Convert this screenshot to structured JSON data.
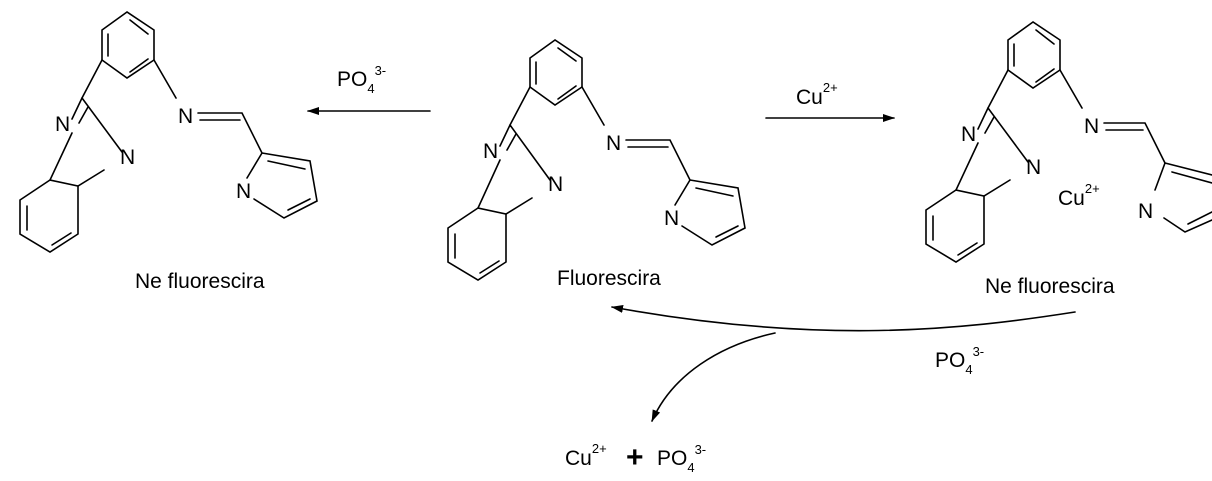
{
  "colors": {
    "ink": "#000000",
    "background": "#ffffff"
  },
  "labels": {
    "left": "Ne fluorescira",
    "center": "Fluorescira",
    "right": "Ne fluorescira"
  },
  "atoms": {
    "N": "N"
  },
  "ions": {
    "cu": "Cu",
    "cu_charge": "2+",
    "po": "PO",
    "po_sub": "4",
    "po_charge": "3-"
  },
  "plus": "+"
}
